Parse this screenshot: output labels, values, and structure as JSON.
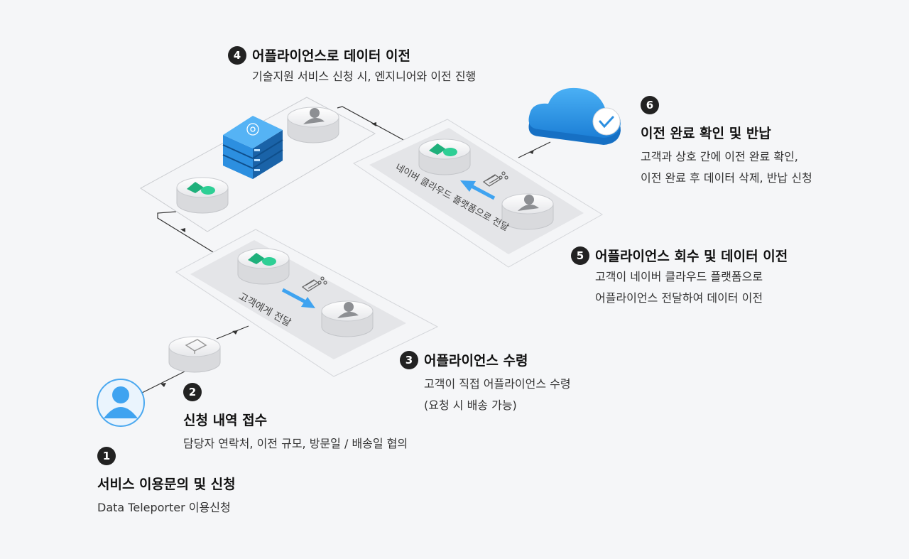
{
  "steps": [
    {
      "num": "1",
      "title": "서비스 이용문의 및 신청",
      "desc": [
        "Data Teleporter 이용신청"
      ]
    },
    {
      "num": "2",
      "title": "신청 내역 접수",
      "desc": [
        "담당자 연락처, 이전 규모, 방문일 / 배송일 협의"
      ]
    },
    {
      "num": "3",
      "title": "어플라이언스 수령",
      "desc": [
        "고객이 직접 어플라이언스 수령",
        "(요청 시 배송 가능)"
      ]
    },
    {
      "num": "4",
      "title": "어플라이언스로 데이터 이전",
      "desc": [
        "기술지원 서비스 신청 시, 엔지니어와 이전 진행"
      ]
    },
    {
      "num": "5",
      "title": "어플라이언스 회수 및 데이터 이전",
      "desc": [
        "고객이 네이버 클라우드 플랫폼으로",
        "어플라이언스 전달하여 데이터 이전"
      ]
    },
    {
      "num": "6",
      "title": "이전 완료 확인 및 반납",
      "desc": [
        "고객과 상호 간에 이전 완료 확인,",
        "이전 완료 후 데이터 삭제, 반납 신청"
      ]
    }
  ],
  "platform_labels": {
    "deliver_customer": "고객에게 전달",
    "deliver_ncp": "네이버 클라우드 플랫폼으로 전달"
  },
  "icons": [
    "user-avatar-icon",
    "monitor-icon",
    "appliance-icon",
    "person-icon",
    "server-stack-icon",
    "cloud-icon",
    "check-icon",
    "truck-icon"
  ],
  "colors": {
    "accent_blue": "#3fa3f0",
    "appliance_green": "#1ec48a",
    "server_blue": "#2c8fe0",
    "number_badge": "#222222"
  }
}
